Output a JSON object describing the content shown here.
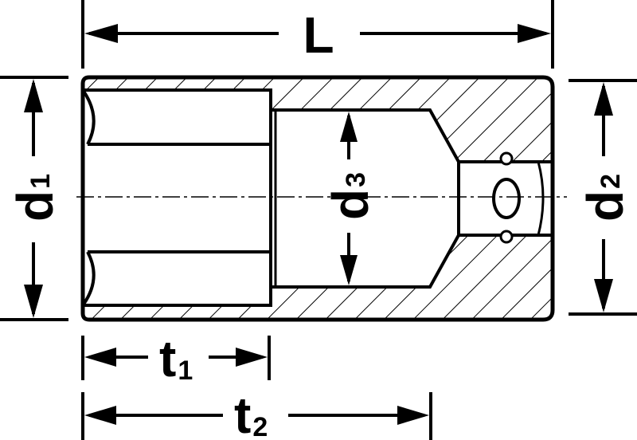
{
  "diagram": {
    "colors": {
      "line": "#000000",
      "background": "#ffffff"
    },
    "dimensions": {
      "L": {
        "main": "L"
      },
      "d1": {
        "main": "d",
        "sub": "1"
      },
      "d2": {
        "main": "d",
        "sub": "2"
      },
      "d3": {
        "main": "d",
        "sub": "3"
      },
      "t1": {
        "main": "t",
        "sub": "1"
      },
      "t2": {
        "main": "t",
        "sub": "2"
      }
    }
  }
}
